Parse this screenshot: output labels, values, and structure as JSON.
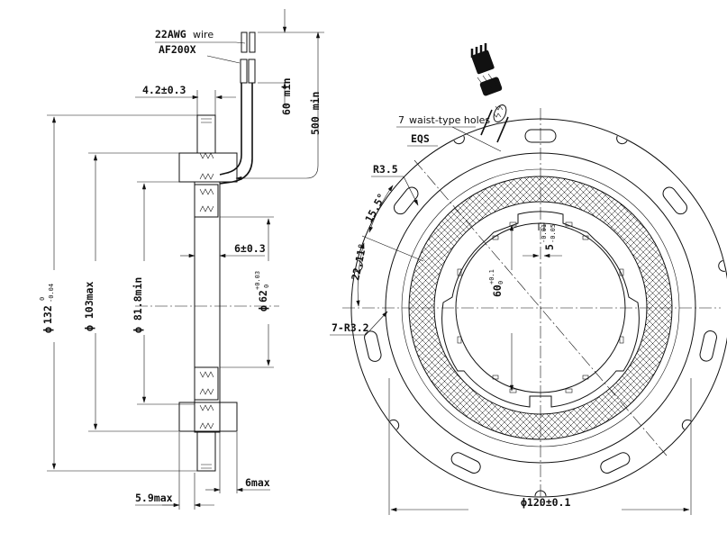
{
  "wire_callout": {
    "gauge": "22AWG",
    "gauge_suffix": "wire",
    "part": "AF200X"
  },
  "side_view": {
    "dim_thickness": "4.2±0.3",
    "dim_lead_short": "60 min",
    "dim_lead_long": "500 min",
    "dim_outer_dia": {
      "prefix": "ϕ",
      "value": "132",
      "tol_upper": "0",
      "tol_lower": "-0.04"
    },
    "dim_103": "ϕ 103max",
    "dim_818": "ϕ 81.8min",
    "dim_rotor_width": "6±0.3",
    "dim_bore": {
      "prefix": "ϕ",
      "value": "62",
      "tol_upper": "+0.03",
      "tol_lower": "0"
    },
    "dim_bottom_left": "5.9max",
    "dim_bottom_right": "6max"
  },
  "front_view": {
    "holes_note": {
      "count": "7",
      "text": "waist-type holes"
    },
    "eqs": "EQS",
    "radius_r35": "R3.5",
    "angle_155": "15.5°",
    "angle_2211": "22.11°",
    "notches": "7-R3.2",
    "bore_dia": {
      "value": "60",
      "tol_upper": "+0.1",
      "tol_lower": "0"
    },
    "keyway": {
      "value": "5",
      "tol_upper": "-0.01",
      "tol_lower": "-0.05"
    },
    "outer_dia": "ϕ120±0.1"
  },
  "colors": {
    "line": "#111111",
    "background": "#ffffff"
  }
}
